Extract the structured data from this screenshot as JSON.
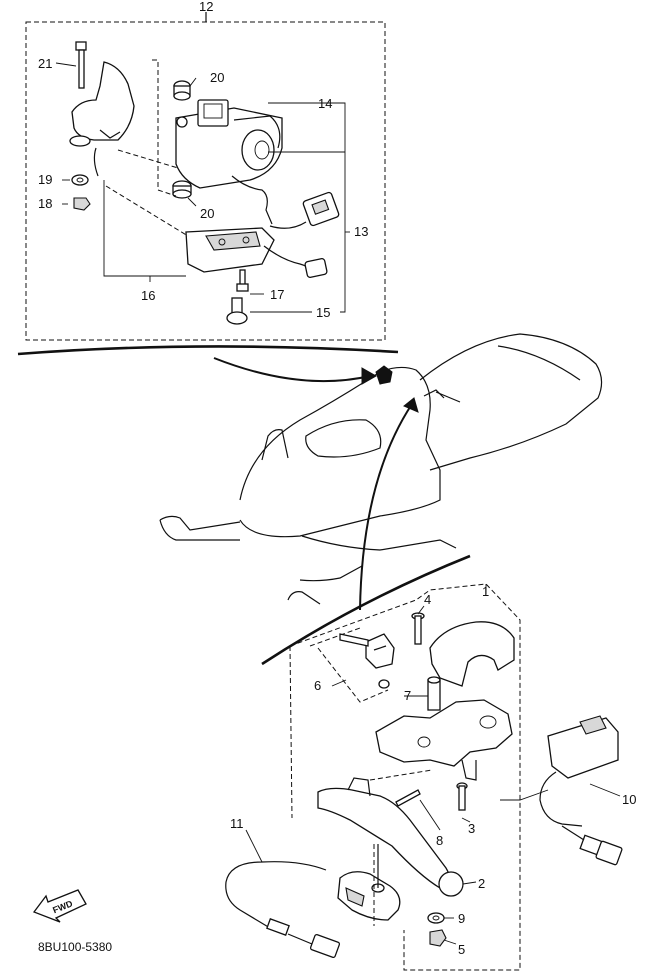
{
  "diagram": {
    "code": "8BU100-5380",
    "fwd_label": "FWD",
    "callouts": {
      "c1": "1",
      "c2": "2",
      "c3": "3",
      "c4": "4",
      "c5": "5",
      "c6": "6",
      "c7": "7",
      "c8": "8",
      "c9": "9",
      "c10": "10",
      "c11": "11",
      "c12": "12",
      "c13": "13",
      "c14": "14",
      "c15": "15",
      "c16": "16",
      "c17": "17",
      "c18": "18",
      "c19": "19",
      "c20a": "20",
      "c20b": "20",
      "c21": "21"
    }
  }
}
